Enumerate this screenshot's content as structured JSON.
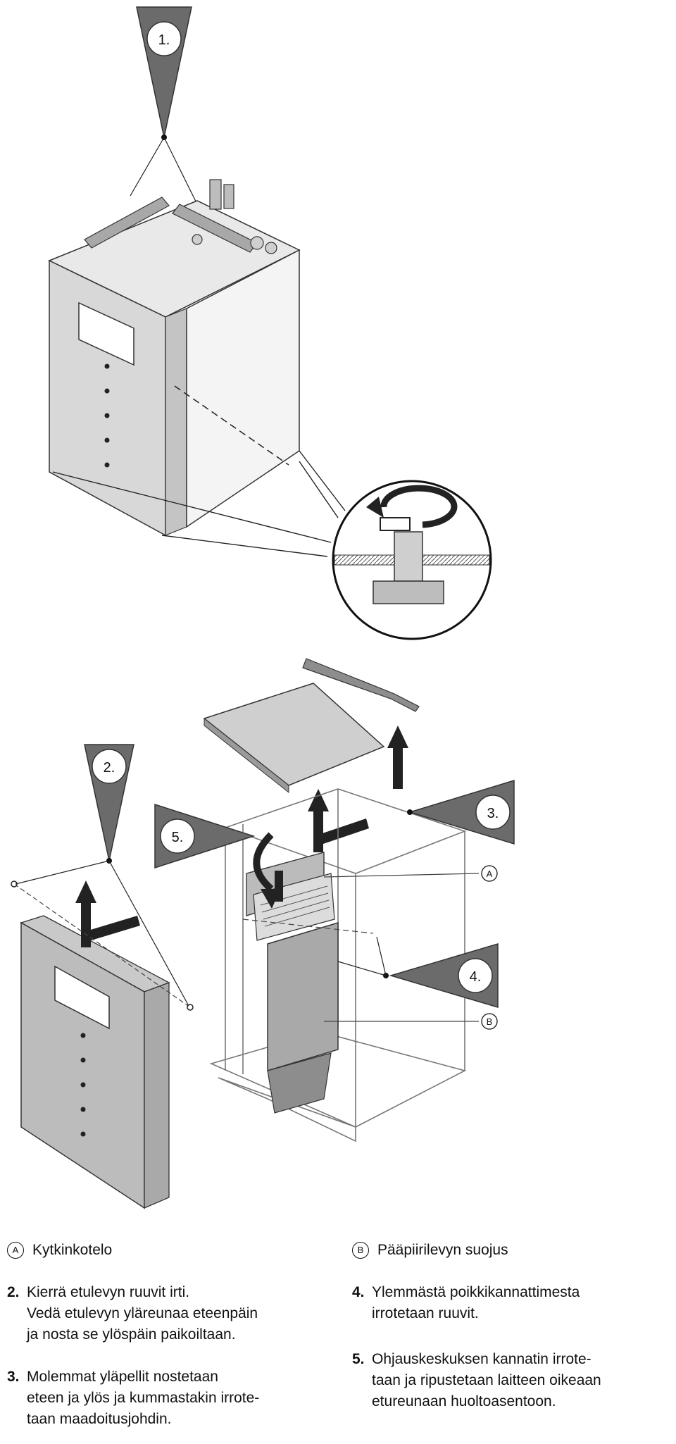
{
  "callouts": {
    "step1": "1.",
    "step2": "2.",
    "step3": "3.",
    "step4": "4.",
    "step5": "5.",
    "label_a": "A",
    "label_b": "B"
  },
  "legend": {
    "a": {
      "marker": "A",
      "text": "Kytkinkotelo"
    },
    "b": {
      "marker": "B",
      "text": "Pääpiirilevyn suojus"
    }
  },
  "steps": [
    {
      "num": "2.",
      "lines": [
        "Kierrä etulevyn ruuvit irti.",
        "Vedä etulevyn yläreunaa eteenpäin",
        "ja nosta se ylöspäin paikoiltaan."
      ]
    },
    {
      "num": "3.",
      "lines": [
        "Molemmat yläpellit nostetaan",
        "eteen ja ylös ja kummastakin irrote-",
        "taan maadoitusjohdin."
      ]
    },
    {
      "num": "4.",
      "lines": [
        "Ylemmästä poikkikannattimesta",
        "irrotetaan ruuvit."
      ]
    },
    {
      "num": "5.",
      "lines": [
        "Ohjauskeskuksen kannatin irrote-",
        "taan ja ripustetaan laitteen oikeaan",
        "etureunaan huoltoasentoon."
      ]
    }
  ]
}
